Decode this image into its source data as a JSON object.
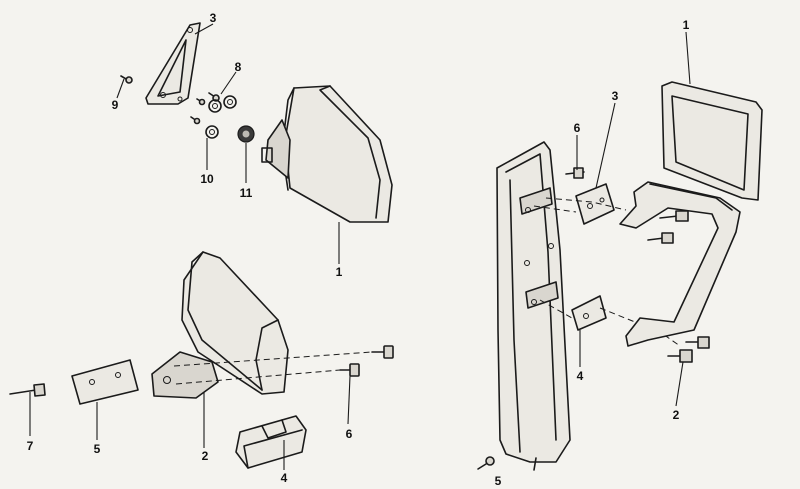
{
  "left_assembly": {
    "callouts": {
      "c1": "1",
      "c2": "2",
      "c3": "3",
      "c4": "4",
      "c5": "5",
      "c6": "6",
      "c7": "7",
      "c8": "8",
      "c9": "9",
      "c10": "10",
      "c11": "11"
    }
  },
  "right_assembly": {
    "callouts": {
      "c1": "1",
      "c2": "2",
      "c3": "3",
      "c4": "4",
      "c5": "5",
      "c6": "6"
    }
  }
}
